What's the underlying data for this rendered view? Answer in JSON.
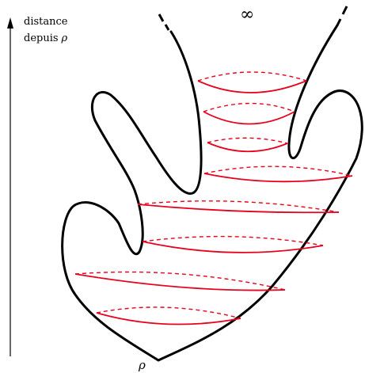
{
  "axis": {
    "label_line1": "distance",
    "label_line2": "depuis",
    "label_symbol": "ρ"
  },
  "top_label": "∞",
  "base_label": "ρ",
  "colors": {
    "outline": "#000000",
    "curves": "#e8001c"
  }
}
